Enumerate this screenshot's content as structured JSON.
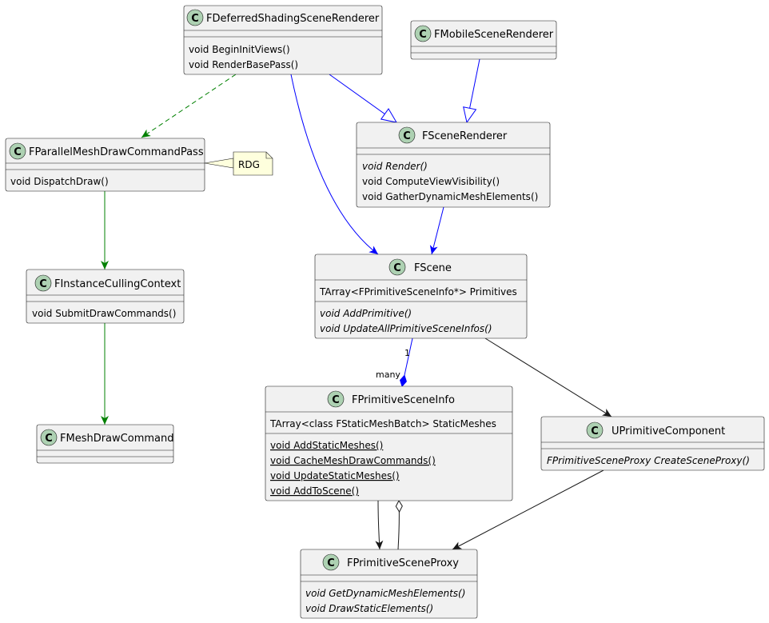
{
  "classes": {
    "deferred": {
      "name": "FDeferredShadingSceneRenderer",
      "methods": [
        "void BeginInitViews()",
        "void RenderBasePass()"
      ]
    },
    "mobile": {
      "name": "FMobileSceneRenderer"
    },
    "parallel": {
      "name": "FParallelMeshDrawCommandPass",
      "methods": [
        "void DispatchDraw()"
      ]
    },
    "scene_renderer": {
      "name": "FSceneRenderer",
      "methods": [
        "void Render()",
        "void ComputeViewVisibility()",
        "void GatherDynamicMeshElements()"
      ]
    },
    "culling": {
      "name": "FInstanceCullingContext",
      "methods": [
        "void SubmitDrawCommands()"
      ]
    },
    "scene": {
      "name": "FScene",
      "fields": [
        "TArray<FPrimitiveSceneInfo*> Primitives"
      ],
      "methods": [
        "void AddPrimitive()",
        "void UpdateAllPrimitiveSceneInfos()"
      ]
    },
    "mesh_draw": {
      "name": "FMeshDrawCommand"
    },
    "prim_info": {
      "name": "FPrimitiveSceneInfo",
      "fields": [
        "TArray<class FStaticMeshBatch> StaticMeshes"
      ],
      "methods": [
        "void AddStaticMeshes()",
        "void CacheMeshDrawCommands()",
        "void UpdateStaticMeshes()",
        "void AddToScene()"
      ]
    },
    "prim_comp": {
      "name": "UPrimitiveComponent",
      "methods": [
        "FPrimitiveSceneProxy CreateSceneProxy()"
      ]
    },
    "prim_proxy": {
      "name": "FPrimitiveSceneProxy",
      "methods": [
        "void GetDynamicMeshElements()",
        "void DrawStaticElements()"
      ]
    }
  },
  "note": {
    "text": "RDG"
  },
  "multiplicity": {
    "scene_end": "1",
    "info_end": "many"
  },
  "badge_letter": "C",
  "colors": {
    "inheritance": "#0000ff",
    "dependency": "#008000",
    "association": "#181818",
    "badge": "#add1b2",
    "note": "#feffdd"
  }
}
